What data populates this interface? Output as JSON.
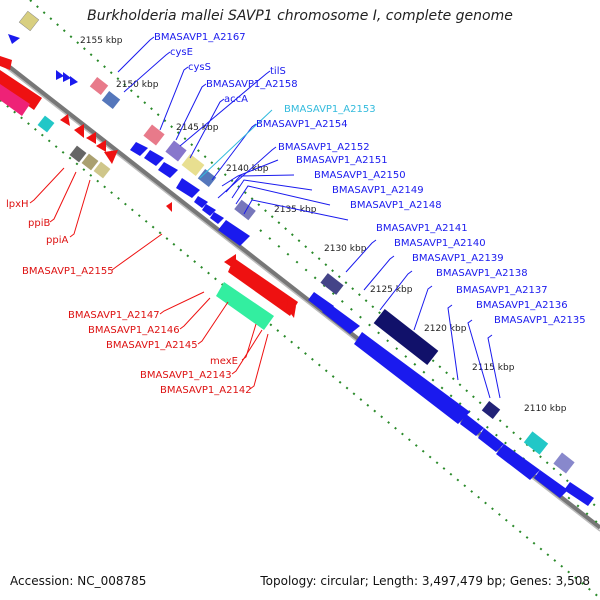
{
  "title": "Burkholderia mallei SAVP1 chromosome I, complete genome",
  "footer": {
    "accession": "Accession: NC_008785",
    "summary": "Topology: circular; Length: 3,497,479 bp; Genes: 3,508"
  },
  "colors": {
    "forward_gene": "#1a1aee",
    "reverse_gene": "#ee1111",
    "highlight_label": "#33bbdd",
    "backbone": "#777777",
    "tick": "#2a8a2a"
  },
  "scale_labels": [
    "2155 kbp",
    "2150 kbp",
    "2145 kbp",
    "2140 kbp",
    "2135 kbp",
    "2130 kbp",
    "2125 kbp",
    "2120 kbp",
    "2115 kbp",
    "2110 kbp"
  ],
  "forward_labels": [
    {
      "text": "BMASAVP1_A2167",
      "highlight": false
    },
    {
      "text": "cysE",
      "highlight": false
    },
    {
      "text": "cysS",
      "highlight": false
    },
    {
      "text": "tilS",
      "highlight": false
    },
    {
      "text": "BMASAVP1_A2158",
      "highlight": false
    },
    {
      "text": "accA",
      "highlight": false
    },
    {
      "text": "BMASAVP1_A2153",
      "highlight": true
    },
    {
      "text": "BMASAVP1_A2154",
      "highlight": false
    },
    {
      "text": "BMASAVP1_A2152",
      "highlight": false
    },
    {
      "text": "BMASAVP1_A2151",
      "highlight": false
    },
    {
      "text": "BMASAVP1_A2150",
      "highlight": false
    },
    {
      "text": "BMASAVP1_A2149",
      "highlight": false
    },
    {
      "text": "BMASAVP1_A2148",
      "highlight": false
    },
    {
      "text": "BMASAVP1_A2141",
      "highlight": false
    },
    {
      "text": "BMASAVP1_A2140",
      "highlight": false
    },
    {
      "text": "BMASAVP1_A2139",
      "highlight": false
    },
    {
      "text": "BMASAVP1_A2138",
      "highlight": false
    },
    {
      "text": "BMASAVP1_A2137",
      "highlight": false
    },
    {
      "text": "BMASAVP1_A2136",
      "highlight": false
    },
    {
      "text": "BMASAVP1_A2135",
      "highlight": false
    }
  ],
  "reverse_labels": [
    {
      "text": "lpxH"
    },
    {
      "text": "ppiB"
    },
    {
      "text": "ppiA"
    },
    {
      "text": "BMASAVP1_A2155"
    },
    {
      "text": "BMASAVP1_A2147"
    },
    {
      "text": "BMASAVP1_A2146"
    },
    {
      "text": "BMASAVP1_A2145"
    },
    {
      "text": "mexE"
    },
    {
      "text": "BMASAVP1_A2143"
    },
    {
      "text": "BMASAVP1_A2142"
    }
  ]
}
